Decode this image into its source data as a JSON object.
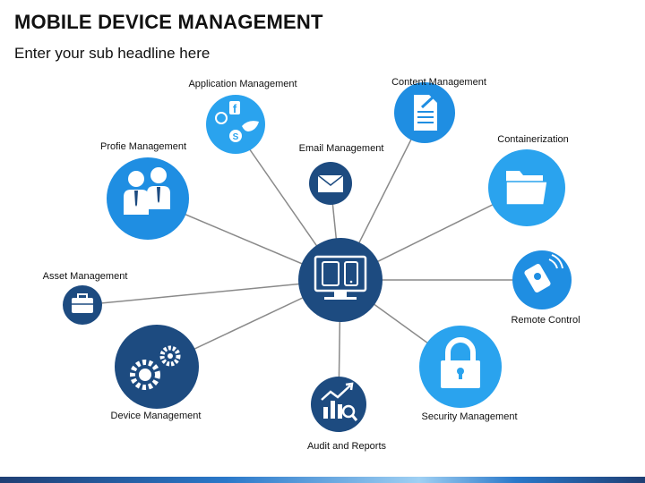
{
  "header": {
    "title": "MOBILE DEVICE MANAGEMENT",
    "subtitle": "Enter your sub headline here"
  },
  "colors": {
    "light_blue": "#2aa3ee",
    "mid_blue": "#1f8ee2",
    "dark_navy": "#1d4b80",
    "line_gray": "#8a8a8a"
  },
  "hub": {
    "name": "hub-device-icon"
  },
  "nodes": {
    "application_management": {
      "label": "Application Management",
      "icon": "social-apps-icon"
    },
    "content_management": {
      "label": "Content Management",
      "icon": "document-edit-icon"
    },
    "profile_management": {
      "label": "Profie Management",
      "icon": "users-icon"
    },
    "email_management": {
      "label": "Email Management",
      "icon": "envelope-icon"
    },
    "containerization": {
      "label": "Containerization",
      "icon": "folder-icon"
    },
    "asset_management": {
      "label": "Asset Management",
      "icon": "briefcase-icon"
    },
    "remote_control": {
      "label": "Remote Control",
      "icon": "remote-control-icon"
    },
    "device_management": {
      "label": "Device Management",
      "icon": "gears-icon"
    },
    "security_management": {
      "label": "Security Management",
      "icon": "padlock-icon"
    },
    "audit_reports": {
      "label": "Audit and Reports",
      "icon": "growth-chart-icon"
    }
  }
}
